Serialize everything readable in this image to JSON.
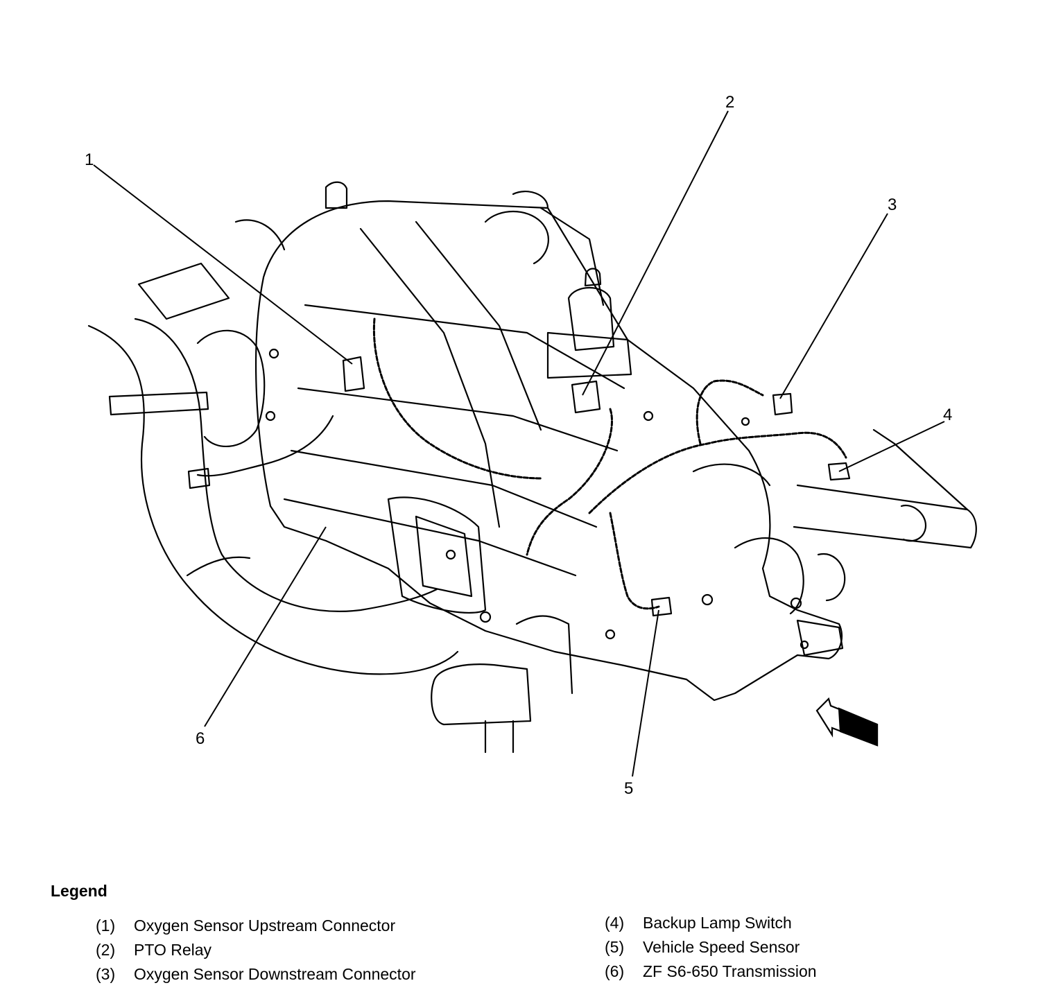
{
  "callouts": [
    {
      "id": "1",
      "label": "1"
    },
    {
      "id": "2",
      "label": "2"
    },
    {
      "id": "3",
      "label": "3"
    },
    {
      "id": "4",
      "label": "4"
    },
    {
      "id": "5",
      "label": "5"
    },
    {
      "id": "6",
      "label": "6"
    }
  ],
  "legend": {
    "title": "Legend",
    "items": [
      {
        "number": "(1)",
        "text": "Oxygen Sensor Upstream Connector"
      },
      {
        "number": "(2)",
        "text": "PTO Relay"
      },
      {
        "number": "(3)",
        "text": "Oxygen Sensor Downstream Connector"
      },
      {
        "number": "(4)",
        "text": "Backup Lamp Switch"
      },
      {
        "number": "(5)",
        "text": "Vehicle Speed Sensor"
      },
      {
        "number": "(6)",
        "text": "ZF S6-650 Transmission"
      }
    ]
  },
  "colors": {
    "line": "#000000",
    "background": "#ffffff"
  },
  "icons": {
    "direction_arrow": "arrow-icon"
  }
}
